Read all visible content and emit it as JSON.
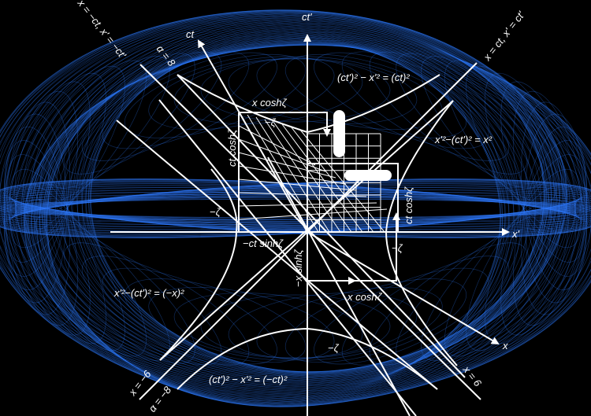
{
  "colors": {
    "background": "#000000",
    "pattern": "#2f7bff",
    "lines": "#ffffff"
  },
  "axes": {
    "ct": "ct",
    "ct_prime": "ct'",
    "x": "x",
    "x_prime": "x'"
  },
  "lines": {
    "light_pos": "x = ct, x' = ct'",
    "light_neg": "x = −ct, x' = −ct'",
    "alpha_pos": "α = 8",
    "alpha_neg": "α = −8",
    "x_pos": "x = 6",
    "x_neg": "x = −6"
  },
  "equations": {
    "top": "(ct')² − x'² = (ct)²",
    "right": "x'²−(ct')² = x²",
    "left": "x'²−(ct')² = (−x)²",
    "bottom": "(ct')² − x'² = (−ct)²"
  },
  "projections": {
    "x_cosh_top": "x coshζ",
    "ct_cosh_left": "ct coshζ",
    "ct_cosh_right": "ct coshζ",
    "neg_ct_sinh": "−ct sinhζ",
    "neg_x_sinh": "−x sinhζ",
    "x_cosh_bottom": "x coshζ"
  },
  "rapidity": {
    "a": "−ζ",
    "b": "−ζ",
    "c": "−ζ",
    "d": "−ζ"
  }
}
